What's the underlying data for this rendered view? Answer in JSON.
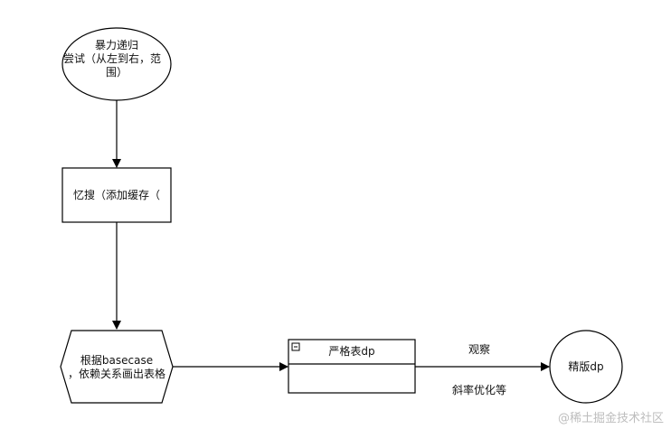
{
  "nodes": {
    "start": {
      "lines": [
        "暴力递归",
        "尝试（从左到右，范",
        "围）"
      ]
    },
    "memo": {
      "label": "忆搜（添加缓存（"
    },
    "table": {
      "lines": [
        "根据basecase",
        "，依赖关系画出表格"
      ]
    },
    "strict": {
      "title": "严格表dp",
      "collapse_glyph": "⊟"
    },
    "refined": {
      "label": "精版dp"
    }
  },
  "edges": {
    "observe_label": "观察",
    "slope_label": "斜率优化等"
  },
  "watermark": "@稀土掘金技术社区"
}
